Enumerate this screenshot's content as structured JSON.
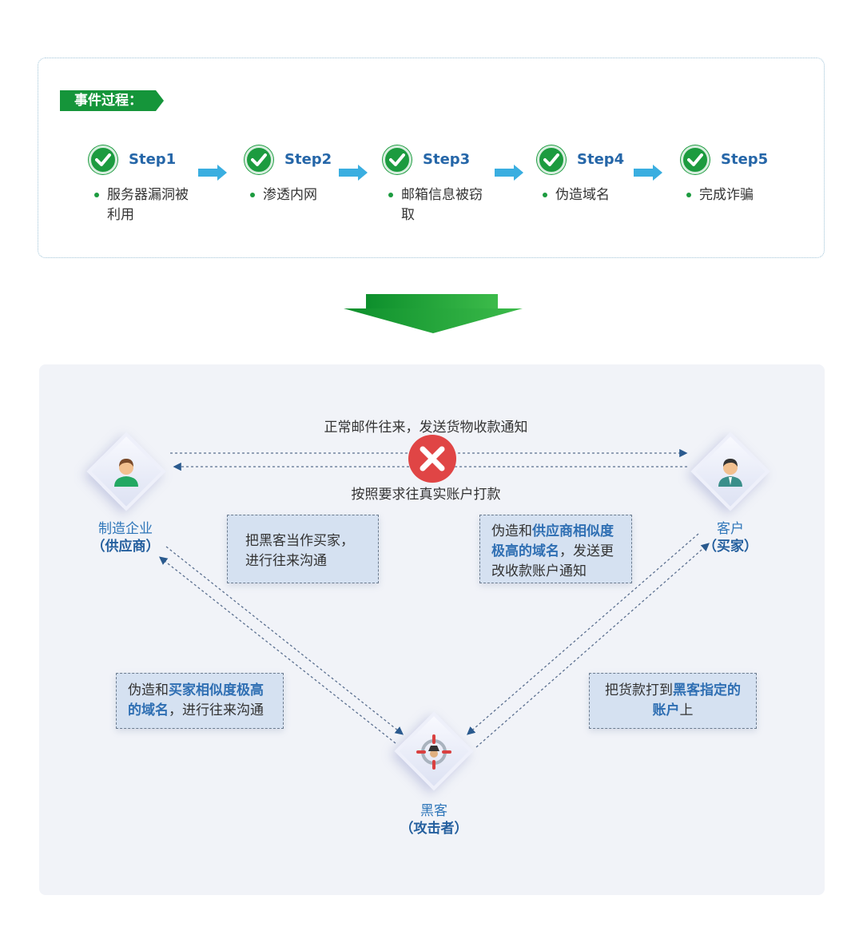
{
  "header": {
    "title": "事件过程："
  },
  "steps": [
    {
      "label": "Step1",
      "desc": "服务器漏洞被利用"
    },
    {
      "label": "Step2",
      "desc": "渗透内网"
    },
    {
      "label": "Step3",
      "desc": "邮箱信息被窃取"
    },
    {
      "label": "Step4",
      "desc": "伪造域名"
    },
    {
      "label": "Step5",
      "desc": "完成诈骗"
    }
  ],
  "nodes": {
    "supplier": {
      "name": "制造企业",
      "role": "（供应商）"
    },
    "customer": {
      "name": "客户",
      "role": "（买家）"
    },
    "hacker": {
      "name": "黑客",
      "role": "（攻击者）"
    }
  },
  "messages": {
    "top": "正常邮件往来，发送货物收款通知",
    "bottom": "按照要求往真实账户打款"
  },
  "boxes": {
    "supplier_view": {
      "text": "把黑客当作买家，进行往来沟通"
    },
    "to_customer": {
      "pre": "伪造和",
      "hl": "供应商相似度极高的域名",
      "post": "，发送更改收款账户通知"
    },
    "to_supplier": {
      "pre": "伪造和",
      "hl": "买家相似度极高的域名",
      "post": "，进行往来沟通"
    },
    "customer_pay": {
      "pre": "把货款打到",
      "hl": "黑客指定的账户",
      "post": "上"
    }
  },
  "colors": {
    "green": "#1c9b3f",
    "blue": "#2f6fb3",
    "arrow": "#3aaee0",
    "red": "#e04545"
  }
}
